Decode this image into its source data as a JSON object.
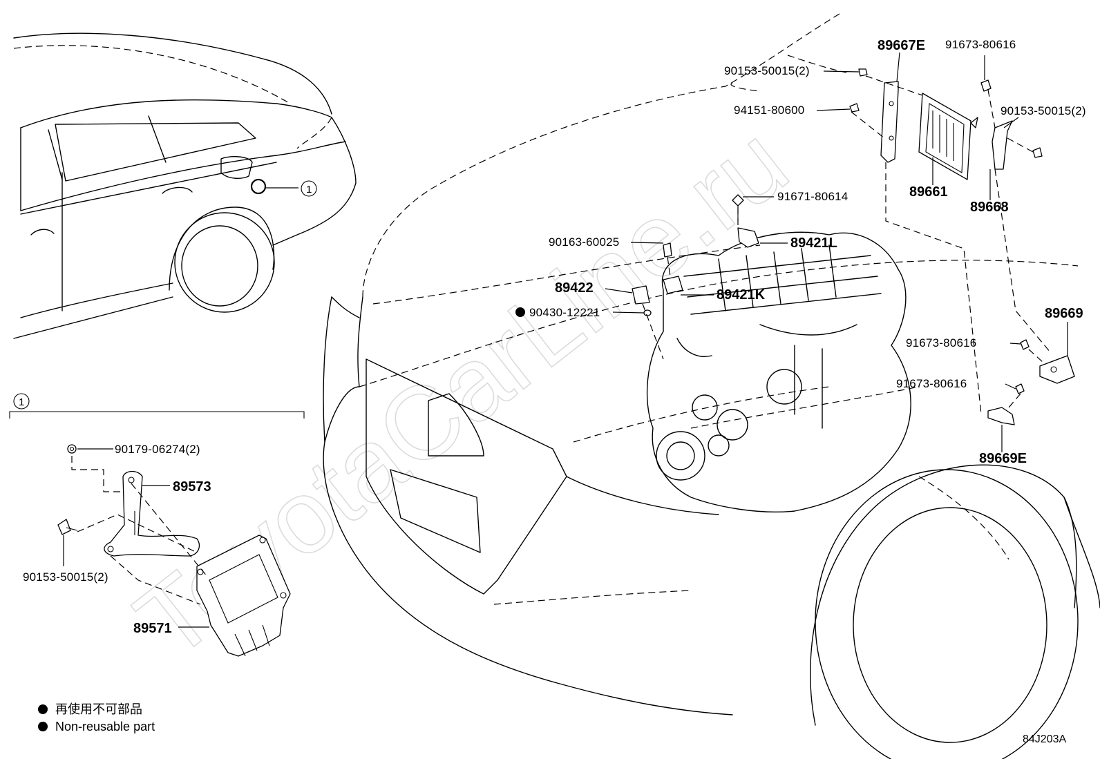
{
  "watermark": "ToyotaCarLine.ru",
  "callout": {
    "number": "1"
  },
  "parts": {
    "p89667E": "89667E",
    "p91673_80616_top": "91673-80616",
    "p90153_50015_2_a": "90153-50015(2)",
    "p90153_50015_2_b": "90153-50015(2)",
    "p94151_80600": "94151-80600",
    "p89661": "89661",
    "p89668": "89668",
    "p91671_80614": "91671-80614",
    "p90163_60025": "90163-60025",
    "p89421L": "89421L",
    "p89422": "89422",
    "p89421K": "89421K",
    "p90430_12221": "90430-12221",
    "p89669": "89669",
    "p91673_80616_mid": "91673-80616",
    "p91673_80616_low": "91673-80616",
    "p89669E": "89669E",
    "p90179_06274_2": "90179-06274(2)",
    "p89573": "89573",
    "p90153_50015_2_c": "90153-50015(2)",
    "p89571": "89571"
  },
  "legend": {
    "japanese": "再使用不可部品",
    "english": "Non-reusable part"
  },
  "diagram_code": "84J203A"
}
